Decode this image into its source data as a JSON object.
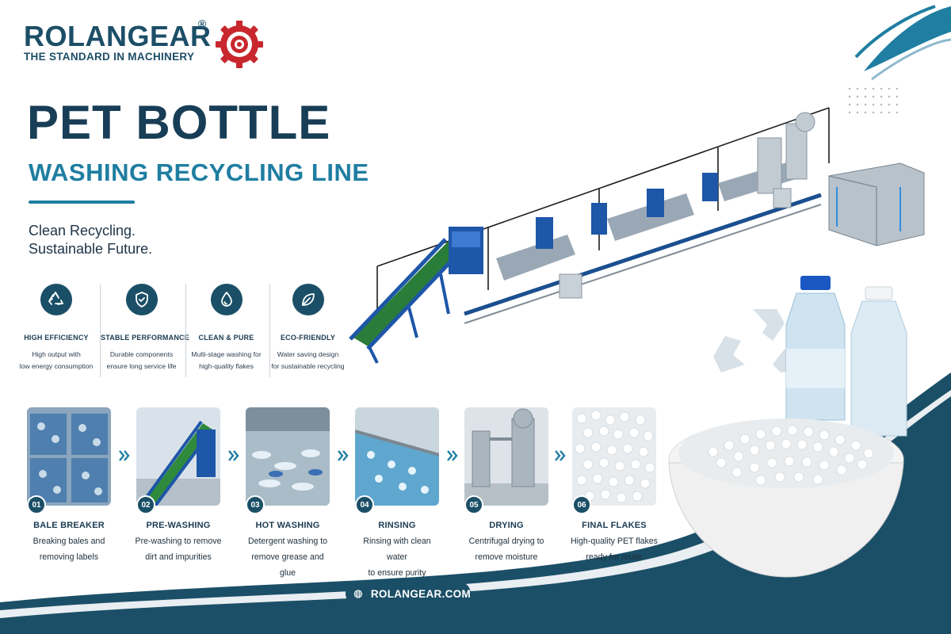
{
  "brand": {
    "name": "ROLANGEAR",
    "registered": "®",
    "tagline": "THE STANDARD IN MACHINERY",
    "colors": {
      "navy": "#1b4f67",
      "teal": "#1f7ea1",
      "accent_red": "#c8282d"
    }
  },
  "hero": {
    "title": "PET BOTTLE",
    "subtitle": "WASHING RECYCLING LINE",
    "tagline_line1": "Clean Recycling.",
    "tagline_line2": "Sustainable Future."
  },
  "features": [
    {
      "icon": "recycle-icon",
      "title": "HIGH EFFICIENCY",
      "desc1": "High output with",
      "desc2": "low energy consumption"
    },
    {
      "icon": "shield-check-icon",
      "title": "STABLE PERFORMANCE",
      "desc1": "Durable components",
      "desc2": "ensure long service life"
    },
    {
      "icon": "water-drop-icon",
      "title": "CLEAN & PURE",
      "desc1": "Multi-stage washing for",
      "desc2": "high-quality flakes"
    },
    {
      "icon": "leaf-icon",
      "title": "ECO-FRIENDLY",
      "desc1": "Water saving design",
      "desc2": "for sustainable recycling"
    }
  ],
  "steps": [
    {
      "num": "01",
      "title": "BALE BREAKER",
      "desc1": "Breaking bales and",
      "desc2": "removing labels"
    },
    {
      "num": "02",
      "title": "PRE-WASHING",
      "desc1": "Pre-washing to remove",
      "desc2": "dirt and impurities"
    },
    {
      "num": "03",
      "title": "HOT WASHING",
      "desc1": "Detergent washing to",
      "desc2": "remove grease and glue"
    },
    {
      "num": "04",
      "title": "RINSING",
      "desc1": "Rinsing with clean water",
      "desc2": "to ensure purity"
    },
    {
      "num": "05",
      "title": "DRYING",
      "desc1": "Centrifugal drying to",
      "desc2": "remove moisture"
    },
    {
      "num": "06",
      "title": "FINAL FLAKES",
      "desc1": "High-quality PET flakes",
      "desc2": "ready for reuse"
    }
  ],
  "footer": {
    "website": "ROLANGEAR.COM",
    "icon": "globe-icon"
  }
}
